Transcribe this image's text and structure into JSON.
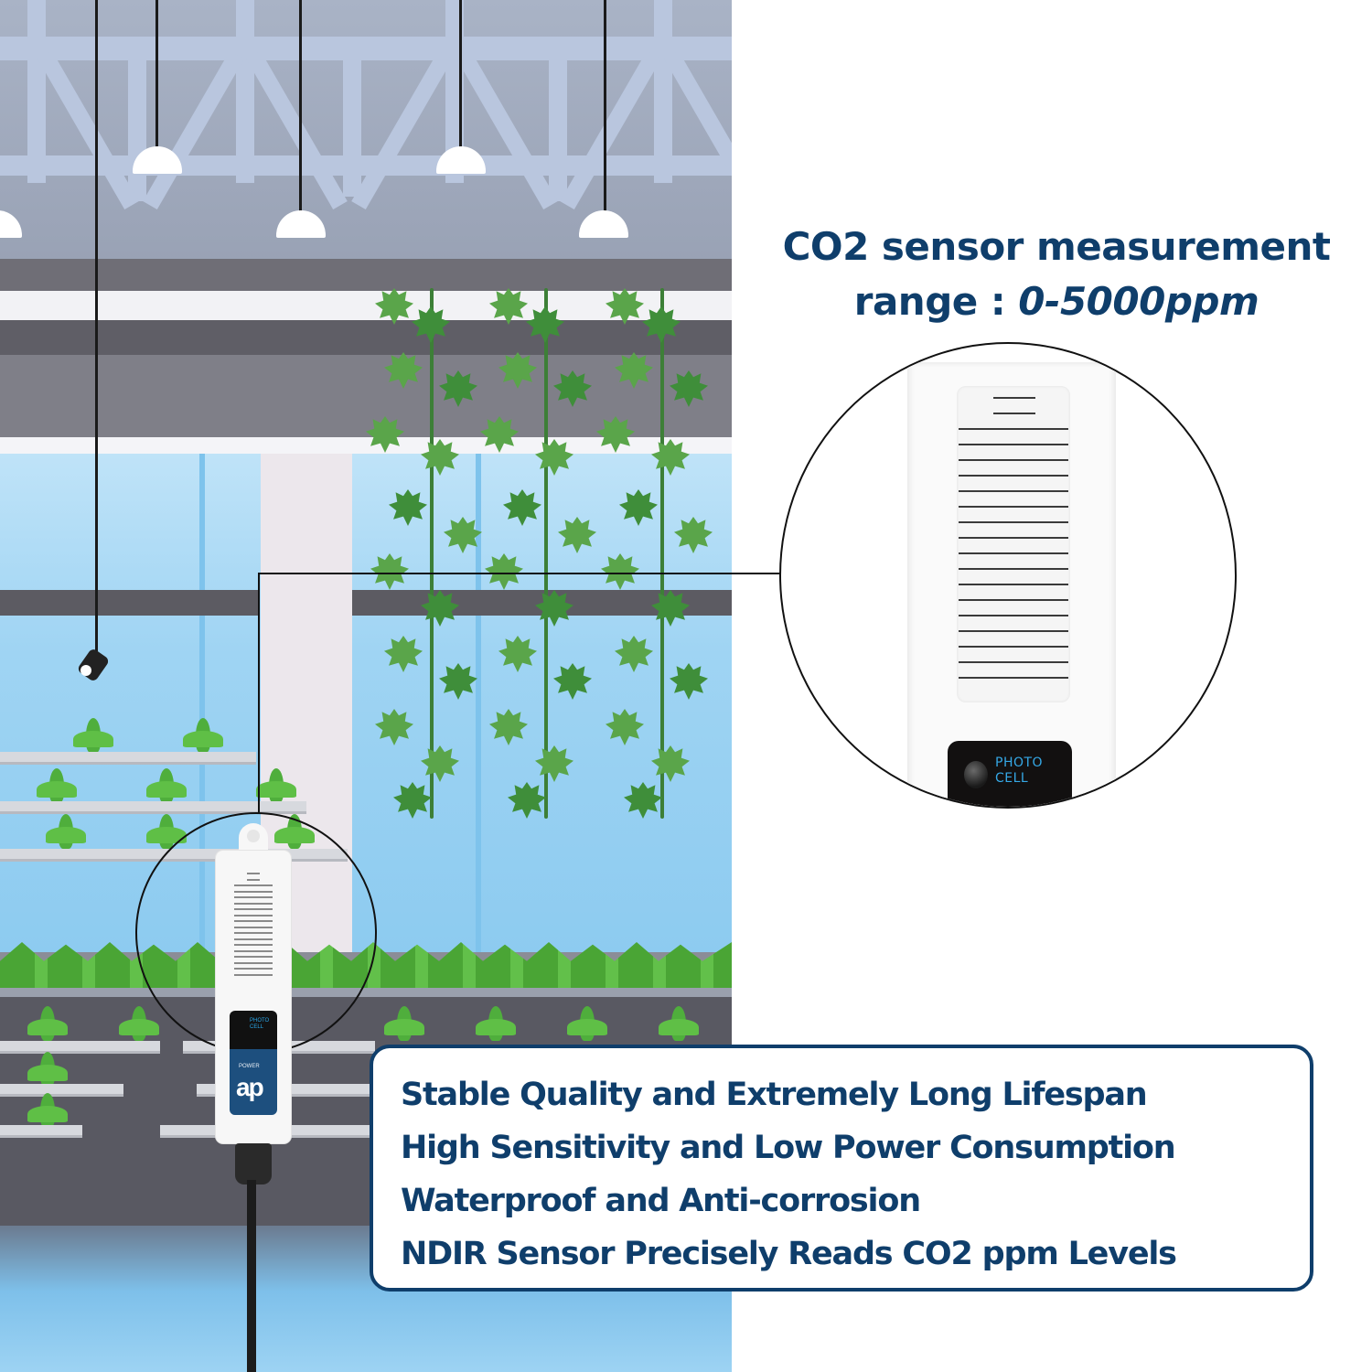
{
  "headline": {
    "line1": "CO2 sensor measurement",
    "line2_prefix": "range : ",
    "line2_value": "0-5000ppm"
  },
  "device": {
    "photo_cell_label_line1": "PHOTO",
    "photo_cell_label_line2": "CELL",
    "power_label": "POWER",
    "logo_text": "ap"
  },
  "features": [
    "Stable Quality and Extremely Long Lifespan",
    "High Sensitivity and Low Power Consumption",
    "Waterproof and Anti-corrosion",
    "NDIR Sensor Precisely Reads CO2 ppm Levels"
  ],
  "colors": {
    "text_navy": "#0f3e6b",
    "photo_cell_blue": "#35a8e6",
    "device_panel_blue": "#1d4f7e",
    "leaf_green": "#5aa54a",
    "glass_blue": "#9fd4f3"
  },
  "icons": {
    "photocell_lens": "photocell-lens-icon",
    "brand_logo": "ap-logo-icon"
  }
}
